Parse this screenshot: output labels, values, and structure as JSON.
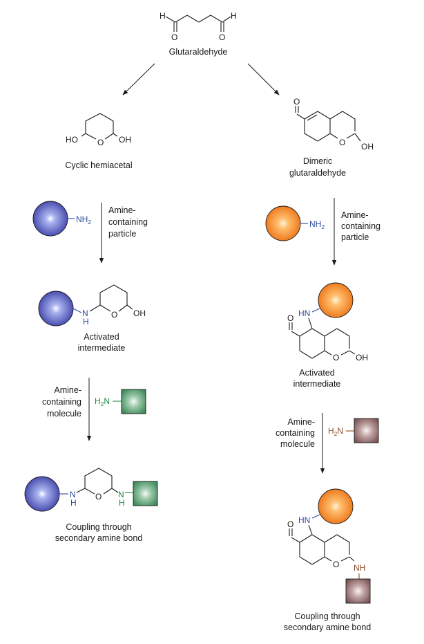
{
  "labels": {
    "glutaraldehyde": "Glutaraldehyde",
    "cyclic_hemiacetal": "Cyclic hemiacetal",
    "dimeric_line1": "Dimeric",
    "dimeric_line2": "glutaraldehyde",
    "amine_particle_line1": "Amine-",
    "amine_particle_line2": "containing",
    "amine_particle_line3": "particle",
    "activated_line1": "Activated",
    "activated_line2": "intermediate",
    "amine_molecule_line1": "Amine-",
    "amine_molecule_line2": "containing",
    "amine_molecule_line3": "molecule",
    "coupling_line1": "Coupling through",
    "coupling_line2": "secondary amine bond"
  },
  "atoms": {
    "H": "H",
    "O": "O",
    "HO": "HO",
    "OH": "OH",
    "N": "N",
    "H_sub": "H",
    "NH2_base": "NH",
    "sub2": "2",
    "H2N_base": "H",
    "H2N_tail": "N",
    "NH": "NH",
    "HN": "HN"
  },
  "colors": {
    "bead_blue_center": "#c9d2ff",
    "bead_blue_edge": "#4a4fb0",
    "bead_orange_center": "#ffe9c2",
    "bead_orange_edge": "#f07b1f",
    "square_green_center": "#e6f2ea",
    "square_green_edge": "#3f8c5c",
    "square_brown_center": "#f1e6e6",
    "square_brown_edge": "#8a6161",
    "amine_blue": "#2d4a9a",
    "amine_green": "#1e8a3f",
    "amine_brown": "#8a4f2a"
  }
}
